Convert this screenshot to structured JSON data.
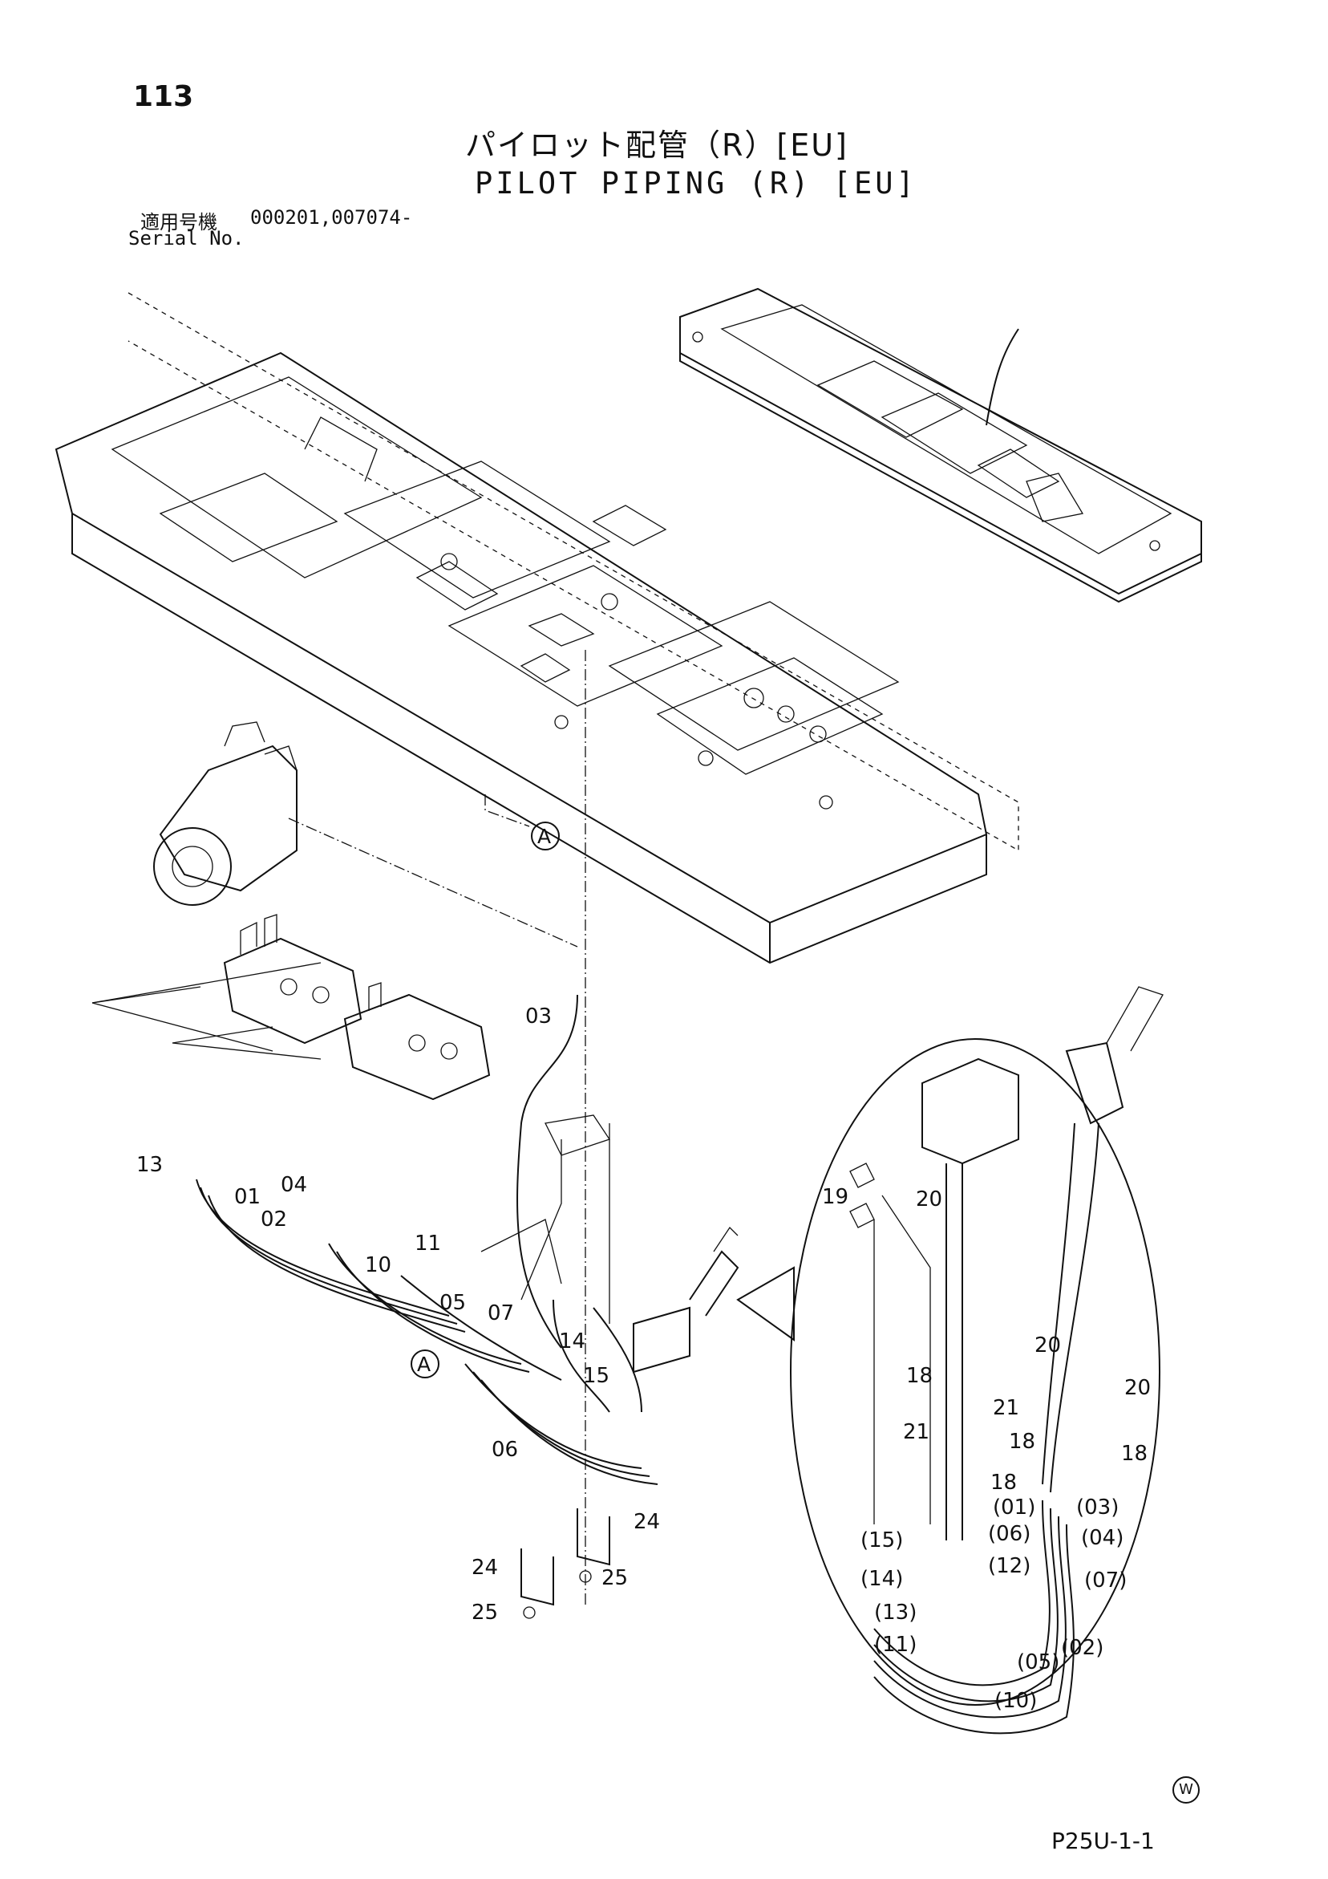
{
  "header": {
    "page_number": "113",
    "title_ja": "パイロット配管（R）[EU]",
    "title_en": "PILOT PIPING (R) [EU]",
    "serial_label_ja": "適用号機",
    "serial_values": "000201,007074-",
    "serial_label_en": "Serial No."
  },
  "callouts": {
    "main": [
      "03",
      "13",
      "01",
      "04",
      "02",
      "10",
      "11",
      "05",
      "07",
      "14",
      "15",
      "06",
      "24",
      "25",
      "24",
      "25"
    ],
    "detail_a": "A",
    "detail": [
      "19",
      "20",
      "20",
      "18",
      "21",
      "21",
      "20",
      "18",
      "18",
      "18",
      "(01)",
      "(03)",
      "(06)",
      "(04)",
      "(15)",
      "(12)",
      "(07)",
      "(14)",
      "(13)",
      "(11)",
      "(02)",
      "(05)",
      "(10)"
    ]
  },
  "footer": {
    "mark": "W",
    "figure_code": "P25U-1-1"
  }
}
